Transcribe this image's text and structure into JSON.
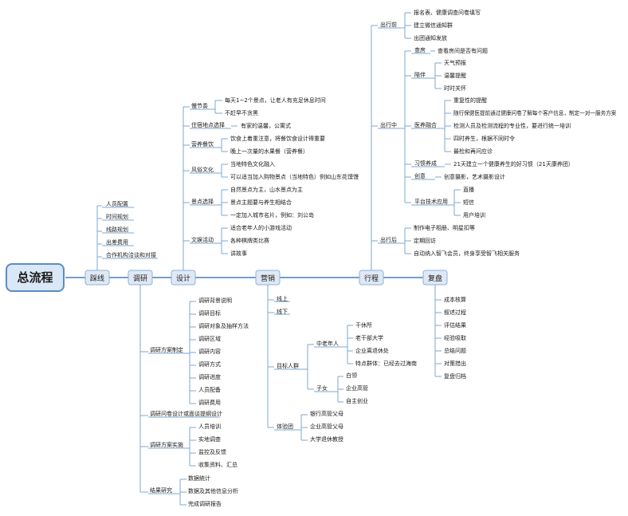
{
  "root": "总流程",
  "stages": [
    {
      "label": "踩线"
    },
    {
      "label": "调研"
    },
    {
      "label": "设计"
    },
    {
      "label": "营销"
    },
    {
      "label": "行程"
    },
    {
      "label": "复盘"
    }
  ],
  "caixian": [
    "人员配置",
    "时间规划",
    "线路规划",
    "出差费用",
    "合作机构洽谈和对接"
  ],
  "diaoyan": {
    "fangan": {
      "label": "调研方案制定",
      "items": [
        "调研背景说明",
        "调研目标",
        "调研对象及抽样方法",
        "调研区域",
        "调研内容",
        "调研方式",
        "调研进度",
        "人员配备",
        "调研费用"
      ]
    },
    "wenjuan": "调研问卷设计或面谈提纲设计",
    "shishi": {
      "label": "调研方案实施",
      "items": [
        "人员培训",
        "实地调查",
        "监控及反馈",
        "收集资料、汇总"
      ]
    },
    "jieguo": {
      "label": "结果研究",
      "items": [
        "数据统计",
        "数据及其他信息分析",
        "完成调研报告"
      ]
    }
  },
  "sheji": {
    "jiezou": {
      "label": "慢节奏",
      "items": [
        "每天1~2个景点，让老人有充足休息时间",
        "不赶早不贪黑"
      ]
    },
    "zhusu": {
      "label": "住宿地点选择",
      "items": [
        "有家的温馨，公寓式"
      ]
    },
    "yingyang": {
      "label": "营养餐饮",
      "items": [
        "饮食上着重注意，将餐饮食设计得重要",
        "晚上一次量的水果餐（营养餐）"
      ]
    },
    "fengsu": {
      "label": "风俗文化",
      "items": [
        "当地特色文化融入",
        "可以适当加入购物景点（当地特色）例如山东花馍馒"
      ]
    },
    "jingdian": {
      "label": "景点选择",
      "items": [
        "自然景点为主，山水景点为主",
        "景点主题要与养生相结合",
        "一定加入城市名片，例如：刘公岛"
      ]
    },
    "wenyu": {
      "label": "文娱活动",
      "items": [
        "适合老年人的小游戏活动",
        "各种棋牌类比赛",
        "讲故事"
      ]
    }
  },
  "yingxiao": {
    "xianshang": "线上",
    "xianxia": "线下",
    "mubiao": {
      "label": "目标人群",
      "zhonglao": {
        "label": "中老年人",
        "items": [
          "干休所",
          "老干部大学",
          "企业离退休处",
          "特点群体：已经去过海南"
        ]
      },
      "zinv": {
        "label": "子女",
        "items": [
          "白领",
          "企业高管",
          "自主创业"
        ]
      }
    },
    "tiyan": {
      "label": "体验团",
      "items": [
        "银行高管父母",
        "企业高管父母",
        "大学退休教授"
      ]
    }
  },
  "xingcheng": {
    "qian": {
      "label": "出行前",
      "items": [
        "报名表、健康调查问卷填写",
        "建立微信通知群",
        "出团通知发放"
      ]
    },
    "zhong": {
      "label": "出行中",
      "chafang": {
        "label": "查房",
        "items": [
          "查看房间是否有问题"
        ]
      },
      "peiban": {
        "label": "陪伴",
        "items": [
          "天气预报",
          "温馨提醒",
          "时时关怀"
        ]
      },
      "yiyang": {
        "label": "医养融合",
        "items": [
          "重复性的提醒",
          "随行保健医提前通过健康问卷了解每个客户信息，制定一对一服务方案",
          "检测人员及检测流程的专业性，要进行统一培训",
          "四时养生，根据不同时令",
          "最检和再问应诊"
        ]
      },
      "xiguan": {
        "label": "习惯养成",
        "items": [
          "21天建立一个健康养生的好习惯（21天康养团）"
        ]
      },
      "chuangyi": {
        "label": "创意",
        "items": [
          "创意摄影，艺术摄影设计"
        ]
      },
      "pingtai": {
        "label": "平台技术应用",
        "items": [
          "直播",
          "短信",
          "用户培训"
        ]
      }
    },
    "hou": {
      "label": "出行后",
      "items": [
        "制作电子相册、明星扣等",
        "定期回访",
        "自动纳入智飞会员，终身享受智飞相关服务"
      ]
    }
  },
  "fupan": [
    "成本核算",
    "叙述过程",
    "评估结果",
    "经验吸取",
    "总结问题",
    "对策措出",
    "复盘归档"
  ]
}
